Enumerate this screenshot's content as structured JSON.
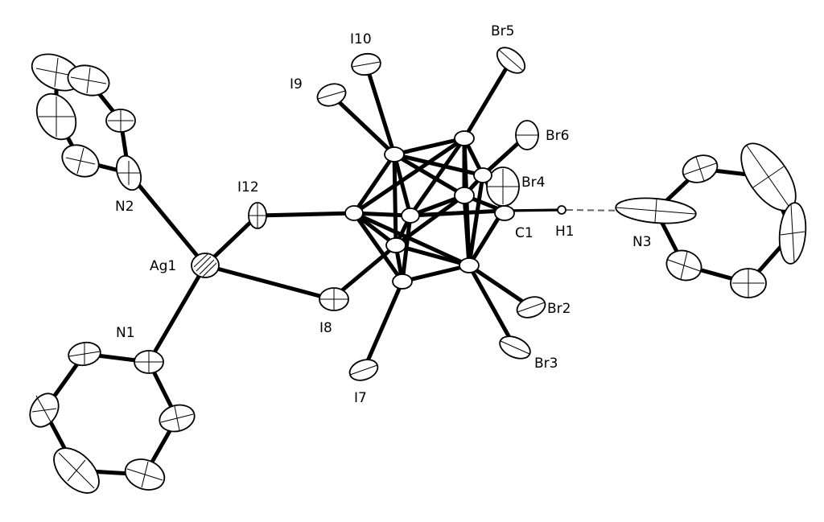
{
  "labels": {
    "br5": "Br5",
    "i10": "I10",
    "i9": "I9",
    "br6": "Br6",
    "br4": "Br4",
    "i12": "I12",
    "n2": "N2",
    "c1": "C1",
    "h1": "H1",
    "n3": "N3",
    "ag1": "Ag1",
    "br2": "Br2",
    "i8": "I8",
    "n1": "N1",
    "br3": "Br3",
    "i7": "I7"
  }
}
